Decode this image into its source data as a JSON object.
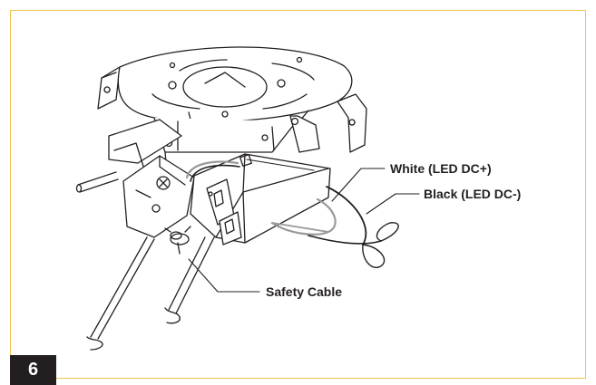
{
  "step_number": "6",
  "labels": {
    "white": "White (LED DC+)",
    "black": "Black (LED DC-)",
    "safety": "Safety Cable"
  },
  "colors": {
    "frame_border": "#f0c24b",
    "badge_bg": "#231f20",
    "line": "#231f20",
    "white_wire": "#9a9a9a"
  }
}
